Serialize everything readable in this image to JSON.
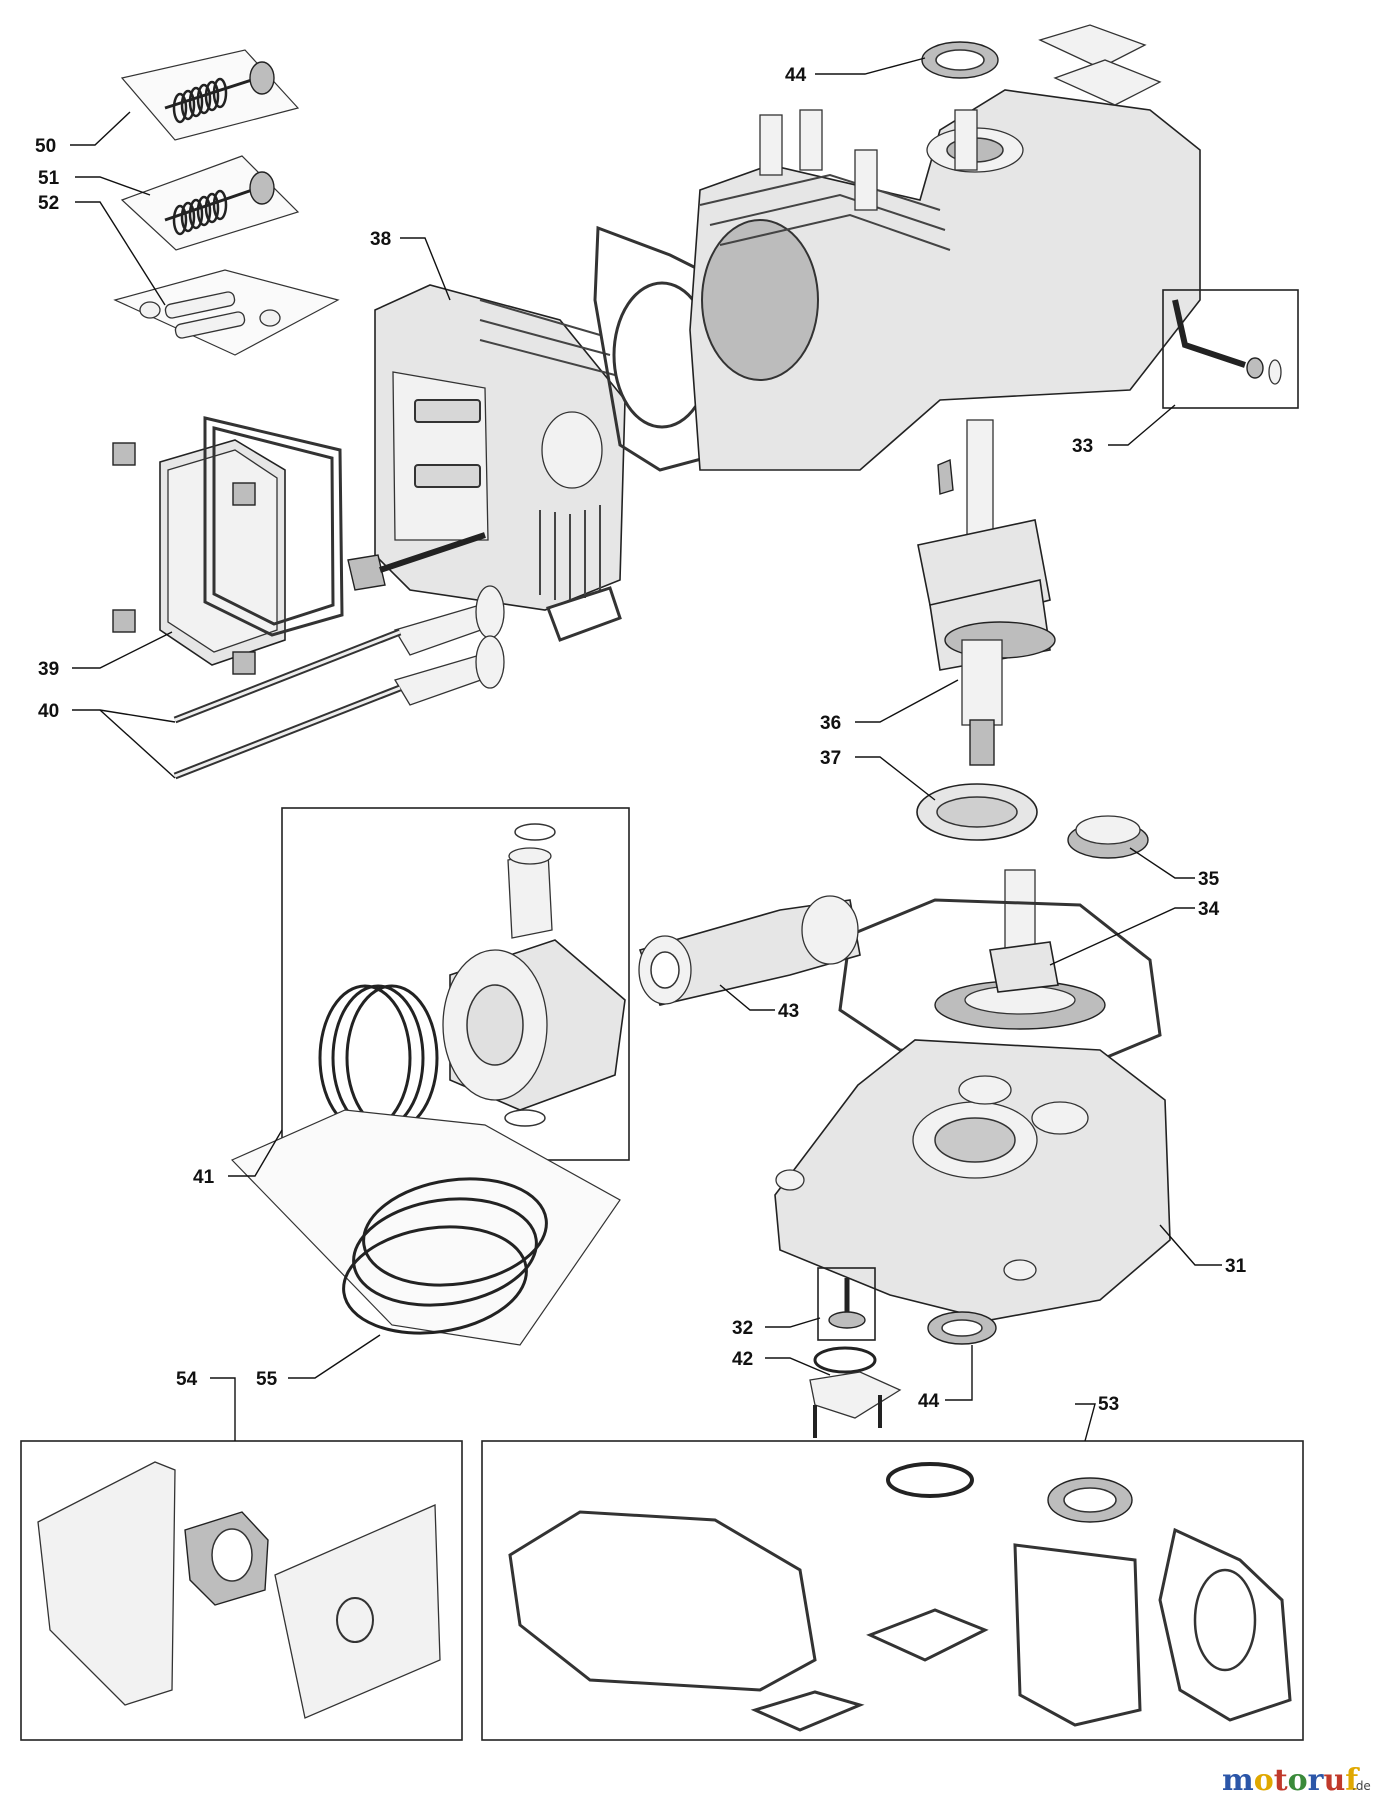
{
  "diagram": {
    "type": "exploded-parts-view",
    "parts": [
      {
        "id": "p50",
        "number": "50"
      },
      {
        "id": "p51",
        "number": "51"
      },
      {
        "id": "p52",
        "number": "52"
      },
      {
        "id": "p38",
        "number": "38"
      },
      {
        "id": "p39",
        "number": "39"
      },
      {
        "id": "p40",
        "number": "40"
      },
      {
        "id": "p44a",
        "number": "44"
      },
      {
        "id": "p33",
        "number": "33"
      },
      {
        "id": "p36",
        "number": "36"
      },
      {
        "id": "p37",
        "number": "37"
      },
      {
        "id": "p35",
        "number": "35"
      },
      {
        "id": "p34",
        "number": "34"
      },
      {
        "id": "p43",
        "number": "43"
      },
      {
        "id": "p41",
        "number": "41"
      },
      {
        "id": "p31",
        "number": "31"
      },
      {
        "id": "p32",
        "number": "32"
      },
      {
        "id": "p42",
        "number": "42"
      },
      {
        "id": "p44b",
        "number": "44"
      },
      {
        "id": "p54",
        "number": "54"
      },
      {
        "id": "p55",
        "number": "55"
      },
      {
        "id": "p53",
        "number": "53"
      }
    ]
  },
  "watermark": {
    "brand": "motoruf",
    "suffix": ".de",
    "colors": [
      "#2b56a8",
      "#e0a800",
      "#c0392b",
      "#3a8a3a",
      "#2b56a8",
      "#c0392b",
      "#e0a800"
    ]
  }
}
